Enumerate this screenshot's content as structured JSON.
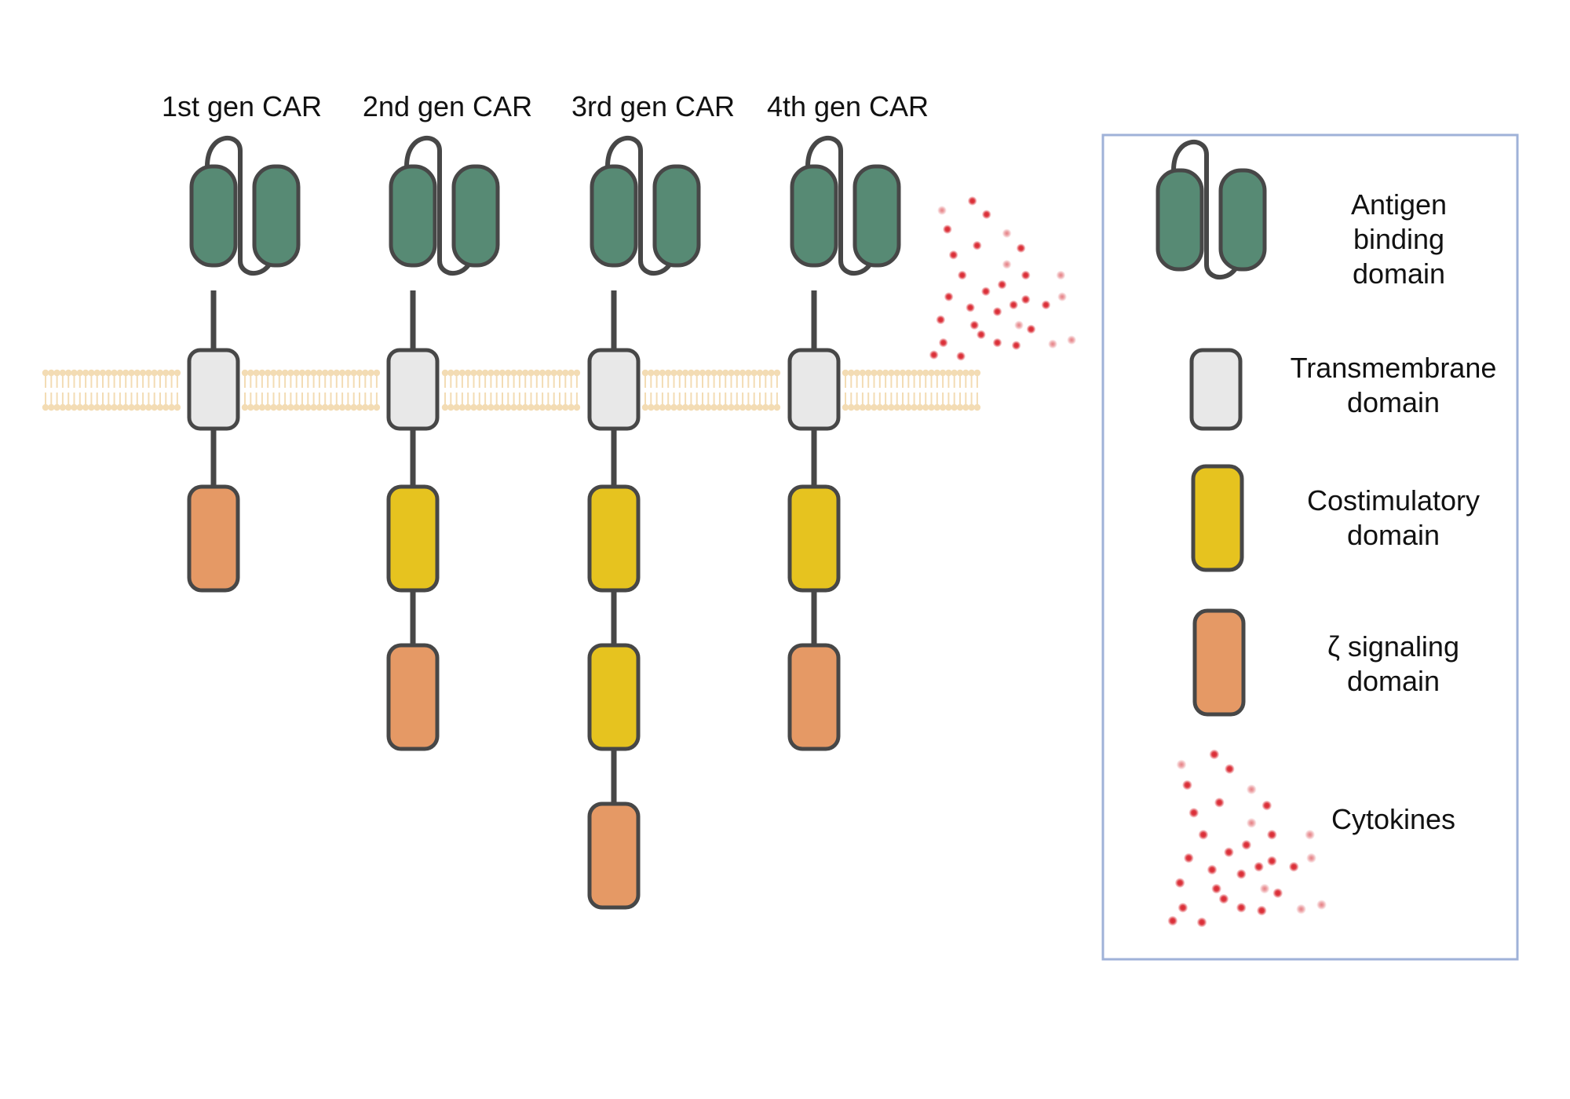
{
  "generations": [
    {
      "title": "1st gen CAR",
      "domains": [
        "signaling"
      ],
      "cytokines": false
    },
    {
      "title": "2nd gen CAR",
      "domains": [
        "costimulatory",
        "signaling"
      ],
      "cytokines": false
    },
    {
      "title": "3rd gen CAR",
      "domains": [
        "costimulatory",
        "costimulatory",
        "signaling"
      ],
      "cytokines": false
    },
    {
      "title": "4th gen CAR",
      "domains": [
        "costimulatory",
        "signaling"
      ],
      "cytokines": true
    }
  ],
  "legend": {
    "antigen": [
      "Antigen",
      "binding",
      "domain"
    ],
    "transmembrane": [
      "Transmembrane",
      "domain"
    ],
    "costimulatory": [
      "Costimulatory",
      "domain"
    ],
    "signaling": [
      "ζ signaling",
      "domain"
    ],
    "cytokines": [
      "Cytokines"
    ]
  },
  "colors": {
    "antigen": "#578a74",
    "transmembrane": "#e8e8e8",
    "costimulatory": "#e6c31f",
    "signaling": "#e59965",
    "outline": "#474747",
    "membrane": "#f3dcb4",
    "cytokine": "#d9262f",
    "legend_border": "#9fb2d8"
  },
  "icons": {
    "antigen": "scfv-antigen-binding-icon",
    "cytokines": "cytokine-dots-icon",
    "membrane": "lipid-bilayer"
  }
}
